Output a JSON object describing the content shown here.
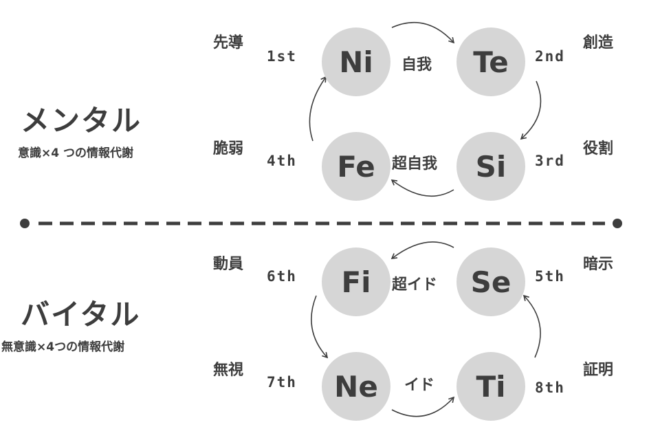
{
  "mental": {
    "title": "メンタル",
    "subtitle": "意識×4 つの情報代謝",
    "functions": [
      {
        "code": "Ni",
        "order": "1st",
        "role": "先導"
      },
      {
        "code": "Te",
        "order": "2nd",
        "role": "創造"
      },
      {
        "code": "Si",
        "order": "3rd",
        "role": "役割"
      },
      {
        "code": "Fe",
        "order": "4th",
        "role": "脆弱"
      }
    ],
    "top_link": "自我",
    "bottom_link": "超自我"
  },
  "vital": {
    "title": "バイタル",
    "subtitle": "無意識×4つの情報代謝",
    "functions": [
      {
        "code": "Se",
        "order": "5th",
        "role": "暗示"
      },
      {
        "code": "Fi",
        "order": "6th",
        "role": "動員"
      },
      {
        "code": "Ne",
        "order": "7th",
        "role": "無視"
      },
      {
        "code": "Ti",
        "order": "8th",
        "role": "証明"
      }
    ],
    "top_link": "超イド",
    "bottom_link": "イド"
  },
  "colors": {
    "text": "#3d3d3d",
    "circle": "#d6d6d6",
    "divider": "#3d3d3d"
  }
}
